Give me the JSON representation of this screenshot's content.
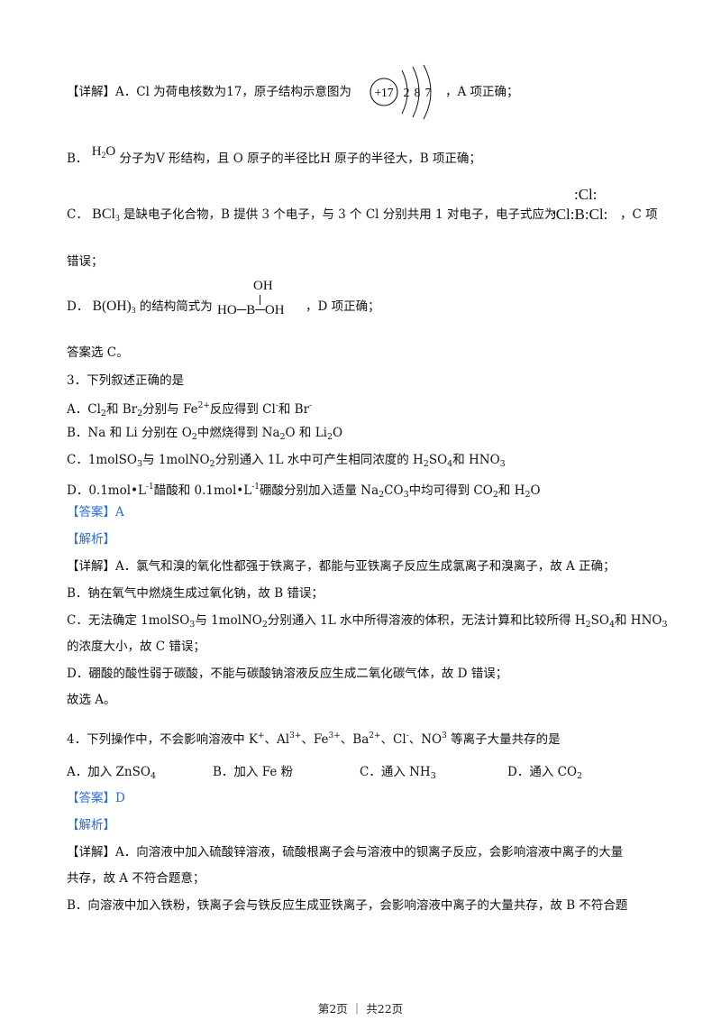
{
  "q2": {
    "a_prefix": "【详解】A．Cl 为荷电核数为17，原子结构示意图为",
    "a_nucleus": "+17",
    "a_shells": [
      "2",
      "8",
      "7"
    ],
    "a_suffix": "，A 项正确；",
    "b_prefix": "B．",
    "b_formula_main": "H",
    "b_formula_sub": "2",
    "b_formula_end": "O",
    "b_text": "分子为V 形结构，且 O 原子的半径比H 原子的半径大，B 项正确；",
    "c_prefix": "C．",
    "c_formula_main": "BCl",
    "c_formula_sub": "3",
    "c_text": "是缺电子化合物，B 提供 3 个电子，与 3 个 Cl 分别共用 1 对电子，电子式应为",
    "c_lewis_top": ":Cl:",
    "c_lewis_mid": ":Cl:B:Cl:",
    "c_suffix": "，C 项",
    "c_cont": "错误；",
    "d_prefix": "D．",
    "d_formula": "B(OH)",
    "d_formula_sub": "3",
    "d_text": "的结构简式为",
    "d_struct_top": "OH",
    "d_struct_main": "HO─B─OH",
    "d_suffix": "，D 项正确；",
    "answer": "答案选 C。"
  },
  "q3": {
    "stem": "3．下列叙述正确的是",
    "options": {
      "A": [
        "A．Cl",
        "2",
        "和 Br",
        "2",
        "分别与 Fe",
        "2+",
        "反应得到 Cl",
        "-",
        "和 Br",
        "-"
      ],
      "B": [
        "B．Na 和 Li 分别在 O",
        "2",
        "中燃烧得到 Na",
        "2",
        "O 和 Li",
        "2",
        "O"
      ],
      "C": [
        "C．1molSO",
        "3",
        "与 1molNO",
        "2",
        "分别通入 1L 水中可产生相同浓度的 H",
        "2",
        "SO",
        "4",
        "和 HNO",
        "3"
      ],
      "D": [
        "D．0.1mol•L",
        "-1",
        "醋酸和 0.1mol•L",
        "-1",
        "硼酸分别加入适量 Na",
        "2",
        "CO",
        "3",
        "中均可得到 CO",
        "2",
        "和 H",
        "2",
        "O"
      ]
    },
    "answer_label": "【答案】A",
    "analysis_label": "【解析】",
    "detail_a": "【详解】A．氯气和溴的氧化性都强于铁离子，都能与亚铁离子反应生成氯离子和溴离子，故 A 正确；",
    "detail_b": "B．钠在氧气中燃烧生成过氧化钠，故 B 错误；",
    "detail_c": [
      "C．无法确定 1molSO",
      "3",
      "与 1molNO",
      "2",
      "分别通入 1L 水中所得溶液的体积，无法计算和比较所得 H",
      "2",
      "SO",
      "4",
      "和 HNO",
      "3"
    ],
    "detail_c2": "的浓度大小，故 C 错误；",
    "detail_d": "D．硼酸的酸性弱于碳酸，不能与碳酸钠溶液反应生成二氧化碳气体，故 D 错误；",
    "conclusion": "故选 A。"
  },
  "q4": {
    "stem": [
      "4．下列操作中，不会影响溶液中 K",
      "+",
      "、Al",
      "3+",
      "、Fe",
      "3+",
      "、Ba",
      "2+",
      "、Cl",
      "-",
      "、NO",
      "3",
      " 等离子大量共存的是"
    ],
    "opt_a": [
      "A．加入 ZnSO",
      "4"
    ],
    "opt_b": "B．加入 Fe 粉",
    "opt_c": [
      "C．通入 NH",
      "3"
    ],
    "opt_d": [
      "D．通入 CO",
      "2"
    ],
    "answer_label": "【答案】D",
    "analysis_label": "【解析】",
    "detail_a1": "【详解】A．向溶液中加入硫酸锌溶液，硫酸根离子会与溶液中的钡离子反应，会影响溶液中离子的大量",
    "detail_a2": "共存，故 A 不符合题意；",
    "detail_b1": "B．向溶液中加入铁粉，铁离子会与铁反应生成亚铁离子，会影响溶液中离子的大量共存，故 B 不符合题"
  },
  "footer": "第2页 ｜ 共22页"
}
